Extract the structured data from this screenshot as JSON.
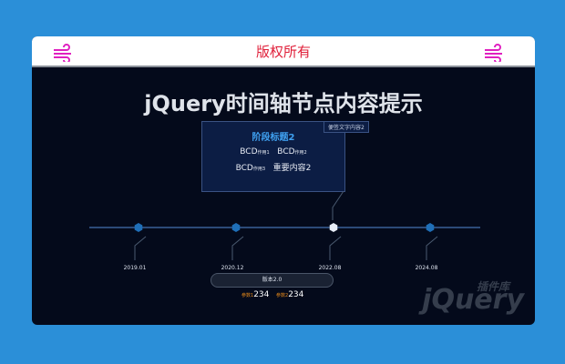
{
  "header": {
    "title": "版权所有",
    "left_icon": "wind-icon",
    "right_icon": "wind-icon",
    "accent": "#e0203a"
  },
  "title": "jQuery时间轴节点内容提示",
  "popup": {
    "heading": "阶段标题2",
    "rows": [
      [
        {
          "main": "BCD",
          "sub": "作用1"
        },
        {
          "main": "BCD",
          "sub": "作用2"
        }
      ],
      [
        {
          "main": "BCD",
          "sub": "作用3"
        },
        {
          "main": "重要内容2",
          "sub": ""
        }
      ]
    ],
    "tag": "便签文字内容2"
  },
  "timeline": {
    "nodes": [
      {
        "date": "2019.01",
        "active": false
      },
      {
        "date": "2020.12",
        "active": false
      },
      {
        "date": "2022.08",
        "active": true
      },
      {
        "date": "2024.08",
        "active": false
      }
    ]
  },
  "version": "版本2.0",
  "params": [
    {
      "label": "参数1",
      "value": "234"
    },
    {
      "label": "参数2",
      "value": "234"
    }
  ],
  "watermark": {
    "text": "jQuery",
    "sub": "插件库"
  }
}
